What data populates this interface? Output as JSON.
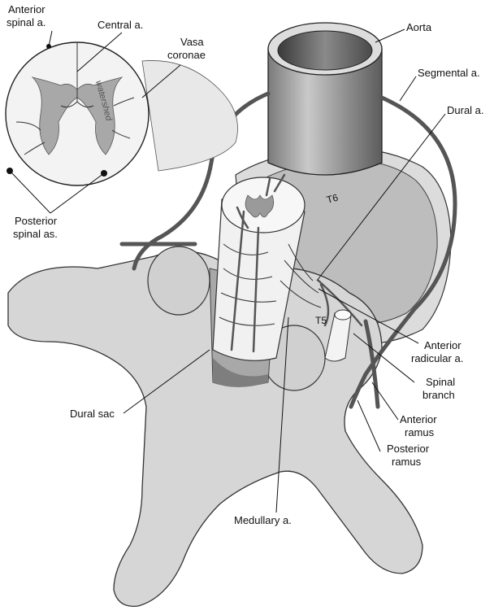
{
  "figure": {
    "labels": {
      "anterior_spinal": [
        "Anterior",
        "spinal a."
      ],
      "central": "Central a.",
      "vasa_coronae": [
        "Vasa",
        "coronae"
      ],
      "aorta": "Aorta",
      "segmental": "Segmental a.",
      "dural": "Dural a.",
      "posterior_spinal": [
        "Posterior",
        "spinal as."
      ],
      "watershed": "watershed",
      "t6": "T6",
      "t5": "T5",
      "anterior_radicular": [
        "Anterior",
        "radicular a."
      ],
      "spinal_branch": [
        "Spinal",
        "branch"
      ],
      "anterior_ramus": [
        "Anterior",
        "ramus"
      ],
      "posterior_ramus": [
        "Posterior",
        "ramus"
      ],
      "dural_sac": "Dural sac",
      "medullary": "Medullary a."
    }
  }
}
